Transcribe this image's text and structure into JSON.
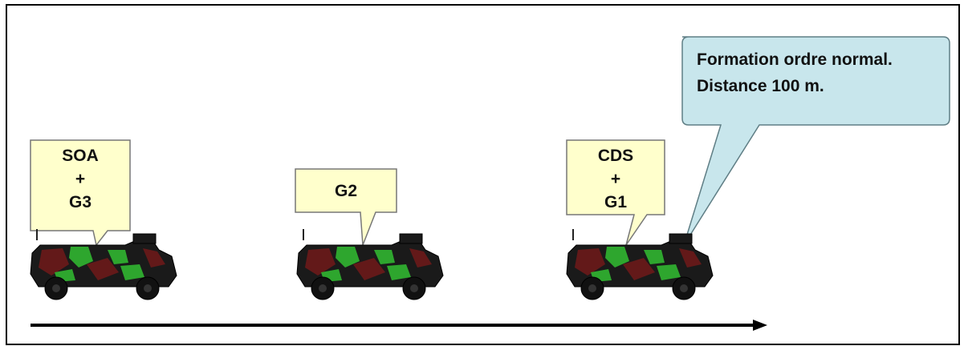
{
  "colors": {
    "frame": "#000000",
    "callout_fill": "#ffffcc",
    "callout_stroke": "#777777",
    "note_fill": "#c8e6ec",
    "note_stroke": "#5f7e85",
    "arrow": "#000000",
    "vehicle_camo_dark": "#1a1a1a",
    "vehicle_camo_red": "#6b1a1a",
    "vehicle_camo_green": "#2fae2f"
  },
  "vehicles": [
    {
      "id": "rear",
      "callout": [
        "SOA",
        "+",
        "G3"
      ]
    },
    {
      "id": "middle",
      "callout": [
        "G2"
      ]
    },
    {
      "id": "lead",
      "callout": [
        "CDS",
        "+",
        "G1"
      ]
    }
  ],
  "note": {
    "lines": [
      "Formation ordre normal.",
      "Distance 100 m."
    ],
    "icon": "speech-bubble-icon"
  },
  "direction_arrow": {
    "icon": "arrow-right-icon"
  }
}
